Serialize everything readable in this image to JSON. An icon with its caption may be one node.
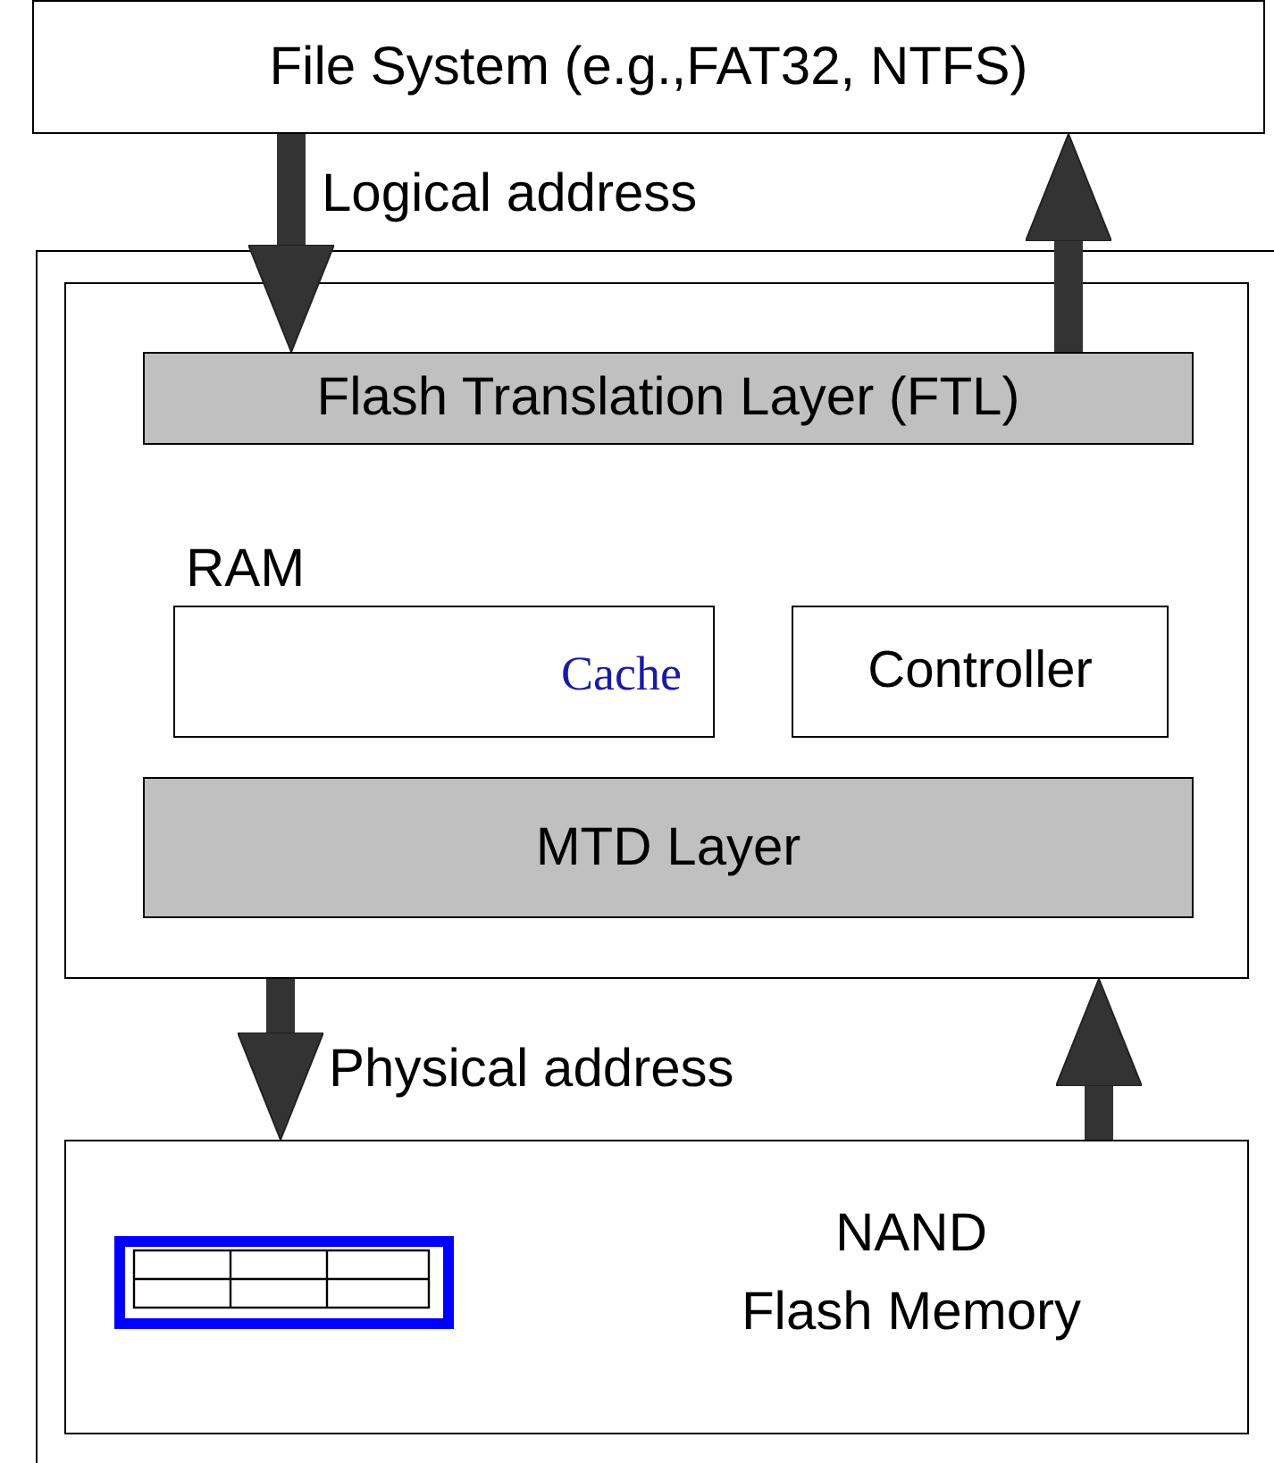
{
  "diagram": {
    "nodes": [
      {
        "text": [
          "File System (e.g.,FAT32, NTFS)"
        ]
      },
      {
        "text": [],
        "shape": "box"
      },
      {
        "text": [],
        "shape": "box",
        "in": 1
      },
      {
        "text": [
          "Flash Translation Layer (FTL)"
        ],
        "in": 2
      },
      {
        "text": [
          "RAM",
          "Cache"
        ],
        "in": 2
      },
      {
        "text": [
          "Controller"
        ],
        "in": 2
      },
      {
        "text": [
          "MTD Layer"
        ],
        "in": 2
      },
      {
        "text": [
          "NAND Flash Memory"
        ],
        "in": 1
      }
    ],
    "edges": [
      {
        "from": 0,
        "to": 3,
        "arrow": "to",
        "label": "Logical address"
      },
      {
        "from": 3,
        "to": 0,
        "arrow": "to"
      },
      {
        "from": 2,
        "to": 7,
        "arrow": "to",
        "label": "Physical address"
      },
      {
        "from": 7,
        "to": 2,
        "arrow": "to"
      }
    ]
  }
}
